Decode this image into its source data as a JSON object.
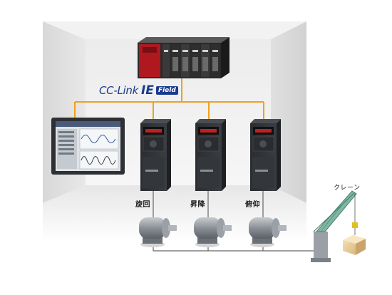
{
  "network_logo": {
    "part1": "CC-Link",
    "part2": "IE",
    "part3": "Field"
  },
  "axes": [
    {
      "label": "旋回"
    },
    {
      "label": "昇降"
    },
    {
      "label": "俯仰"
    }
  ],
  "crane": {
    "label": "クレーン"
  },
  "colors": {
    "network_line": "#f0a020",
    "power_line": "#666666",
    "room_wall": "#e8e8e8",
    "logo_blue": "#1a3a8e"
  }
}
